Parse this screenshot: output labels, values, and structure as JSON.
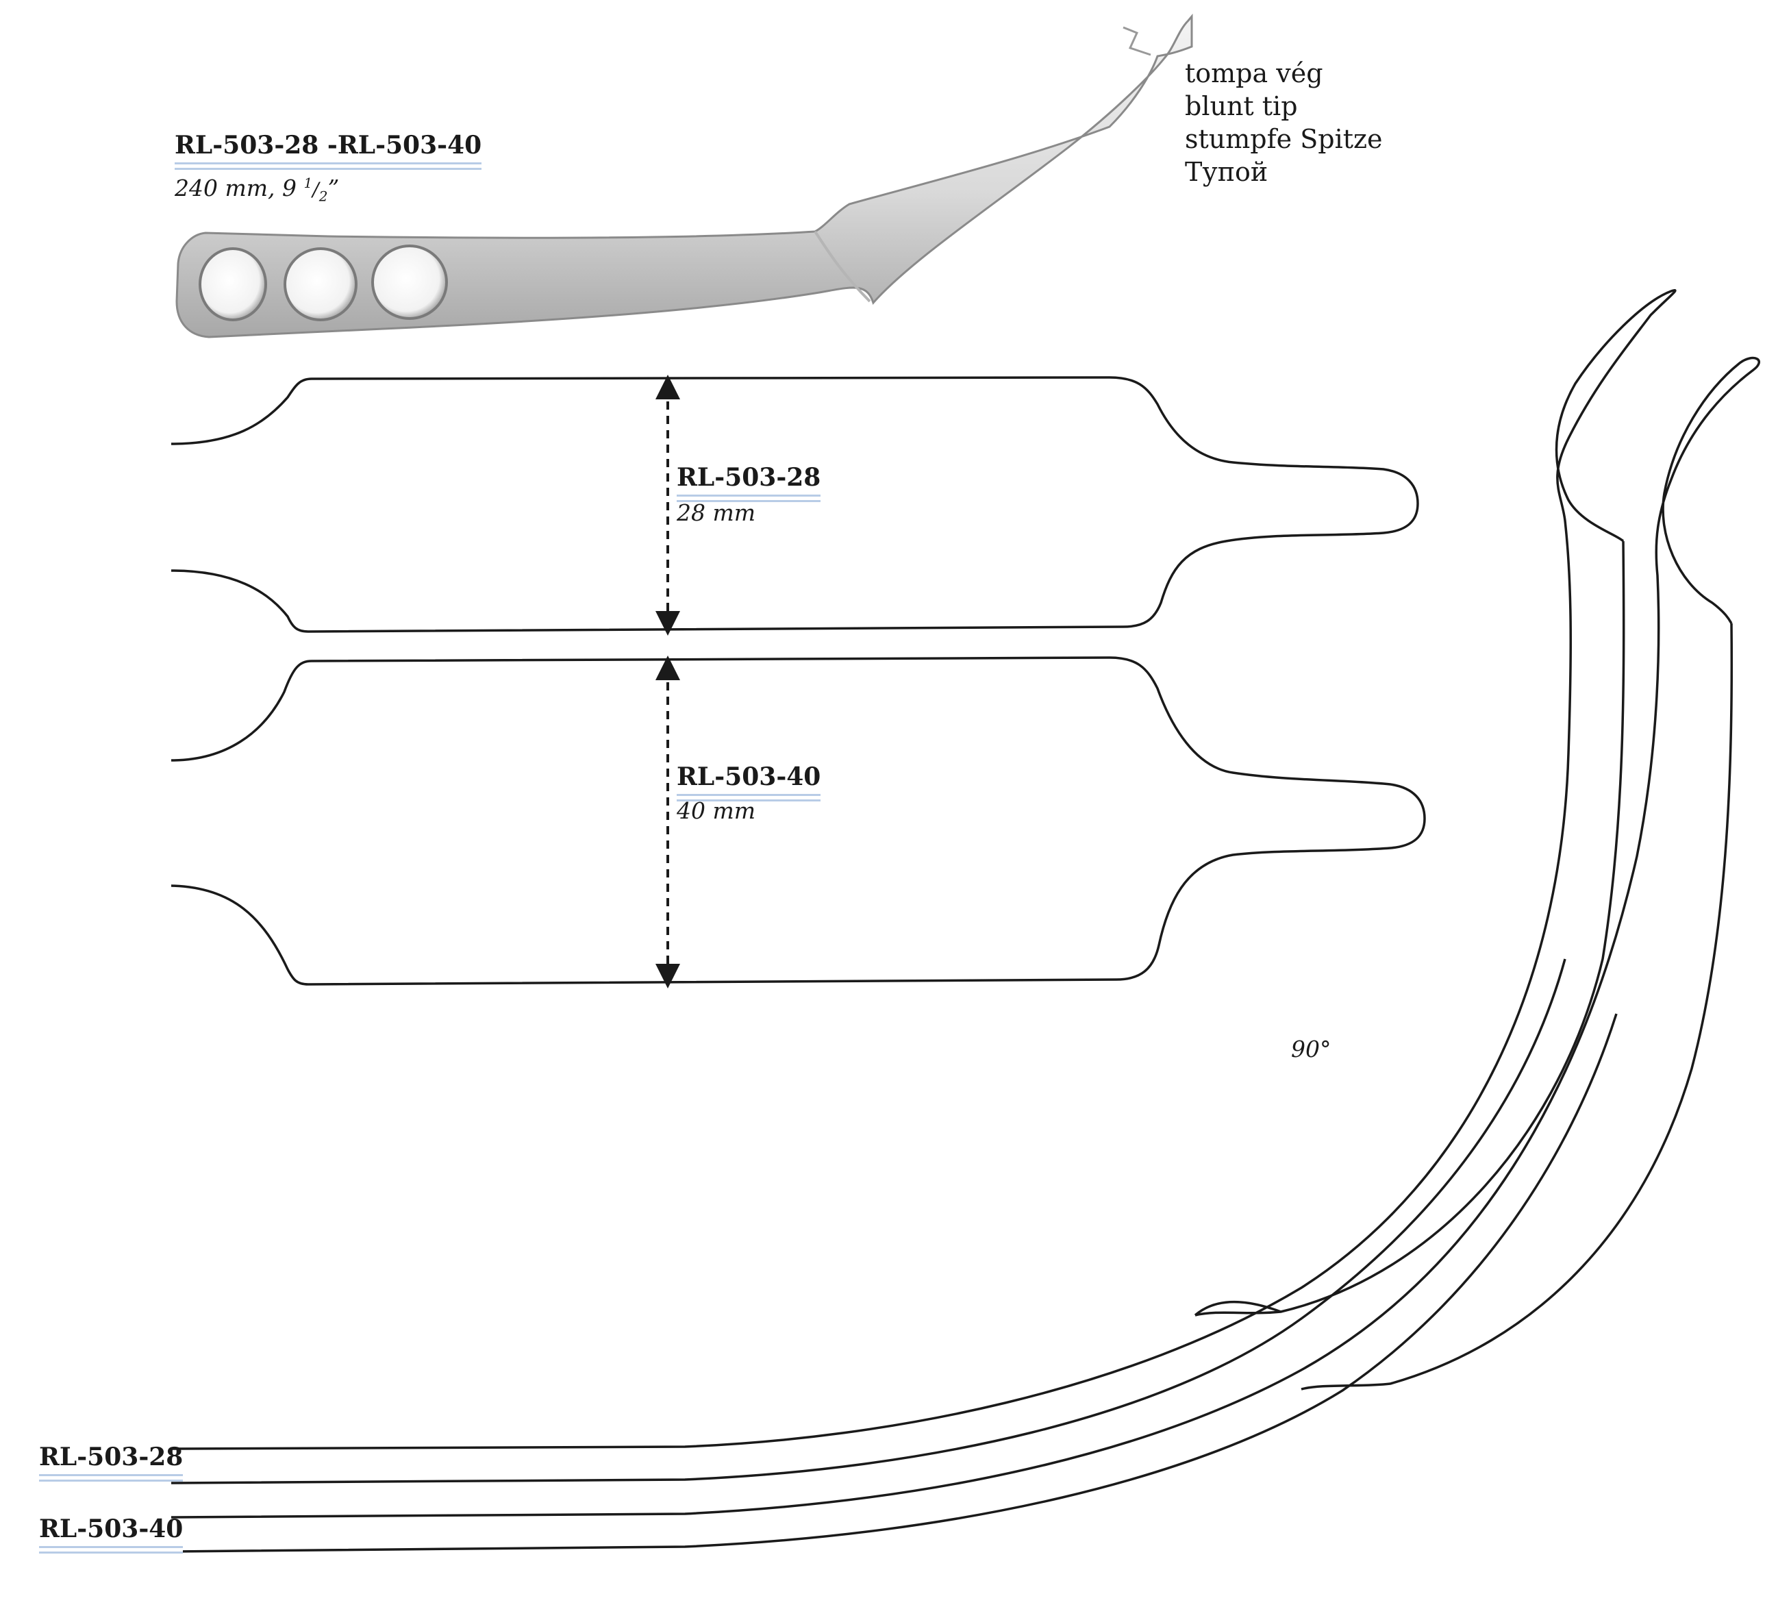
{
  "product": {
    "code_range": "RL-503-28 -RL-503-40",
    "length": "240 mm, 9 ",
    "length_frac_num": "1",
    "length_frac_den": "2",
    "length_inch_mark": "”"
  },
  "tip": {
    "hu": "tompa vég",
    "en": "blunt tip",
    "de": "stumpfe Spitze",
    "ru": "Тупой"
  },
  "front_view": {
    "blade_28": {
      "code": "RL-503-28",
      "width": "28 mm"
    },
    "blade_40": {
      "code": "RL-503-40",
      "width": "40 mm"
    }
  },
  "side_view": {
    "angle": "90°",
    "blade_28_code": "RL-503-28",
    "blade_40_code": "RL-503-40"
  },
  "colors": {
    "outline": "#1a1a1a",
    "underline": "#b8cce6",
    "steel_light": "#eeeeee",
    "steel_dark": "#9a9a9a"
  }
}
